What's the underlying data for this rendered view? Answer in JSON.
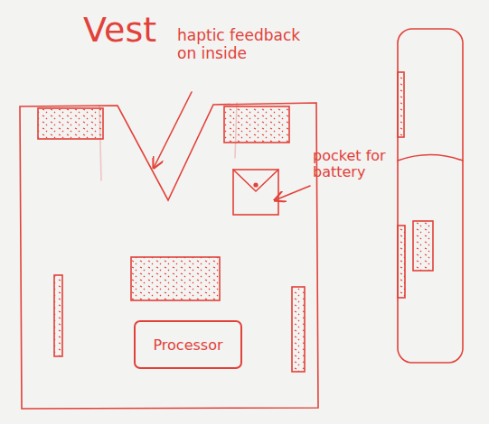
{
  "diagram": {
    "title": "Vest",
    "nodes": [
      {
        "text": [
          "Processor"
        ]
      }
    ],
    "labels": [
      "haptic feedback on inside",
      "pocket for battery"
    ]
  }
}
